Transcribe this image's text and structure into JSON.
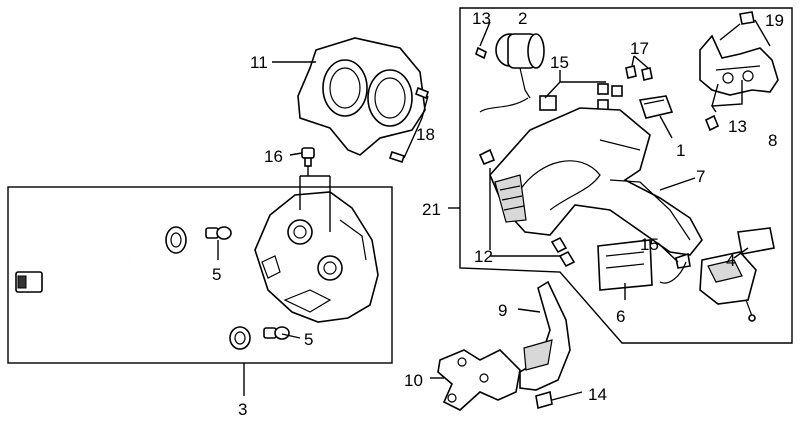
{
  "callouts": {
    "c1": "1",
    "c2": "2",
    "c3": "3",
    "c4": "4",
    "c5a": "5",
    "c5b": "5",
    "c6": "6",
    "c7": "7",
    "c8": "8",
    "c9": "9",
    "c10": "10",
    "c11": "11",
    "c12": "12",
    "c13a": "13",
    "c13b": "13",
    "c14": "14",
    "c15a": "15",
    "c15b": "15",
    "c16": "16",
    "c17": "17",
    "c18": "18",
    "c19": "19",
    "c21": "21"
  },
  "colors": {
    "line": "#000000",
    "background": "#ffffff"
  }
}
